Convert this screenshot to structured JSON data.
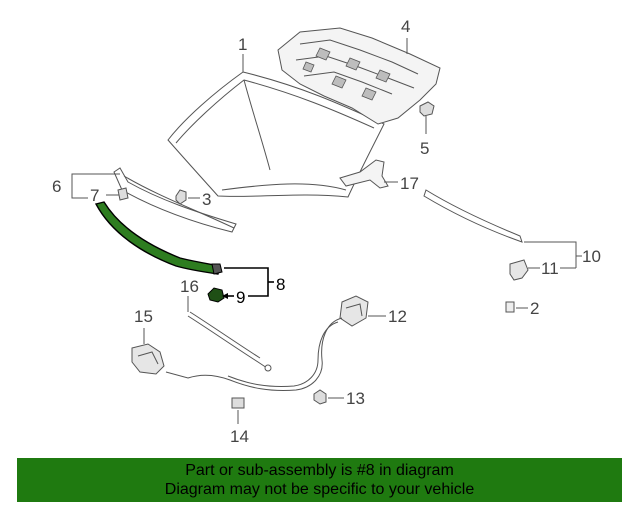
{
  "diagram": {
    "callouts": {
      "c1": "1",
      "c2": "2",
      "c3": "3",
      "c4": "4",
      "c5": "5",
      "c6": "6",
      "c7": "7",
      "c8": "8",
      "c9": "9",
      "c10": "10",
      "c11": "11",
      "c12": "12",
      "c13": "13",
      "c14": "14",
      "c15": "15",
      "c16": "16",
      "c17": "17"
    },
    "highlighted_part": "8",
    "highlight_color": "#2e7d20"
  },
  "banner": {
    "line1": "Part or sub-assembly is #8 in diagram",
    "line2": "Diagram may not be specific to your vehicle",
    "background": "#1f7a10"
  }
}
